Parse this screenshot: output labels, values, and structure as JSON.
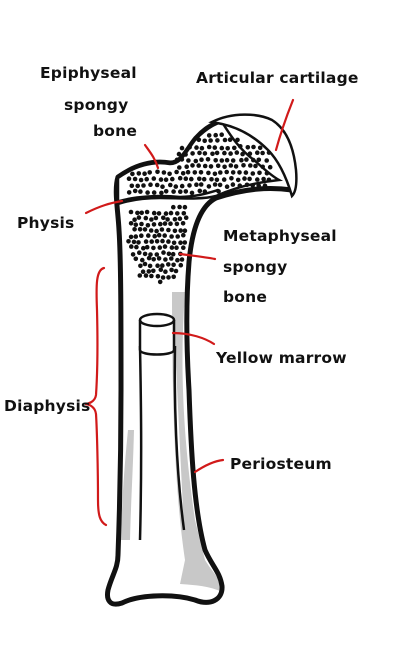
{
  "colors": {
    "leader": "#d11a1a",
    "outline": "#111111",
    "shadow": "#c8c8c8",
    "fill": "#ffffff"
  },
  "labels": {
    "epiphyseal_line1": "Epiphyseal",
    "epiphyseal_line2": "spongy",
    "epiphyseal_line3": "bone",
    "articular_cartilage": "Articular cartilage",
    "physis": "Physis",
    "metaphyseal_line1": "Metaphyseal",
    "metaphyseal_line2": "spongy",
    "metaphyseal_line3": "bone",
    "yellow_marrow": "Yellow marrow",
    "diaphysis": "Diaphysis",
    "periosteum": "Periosteum"
  }
}
